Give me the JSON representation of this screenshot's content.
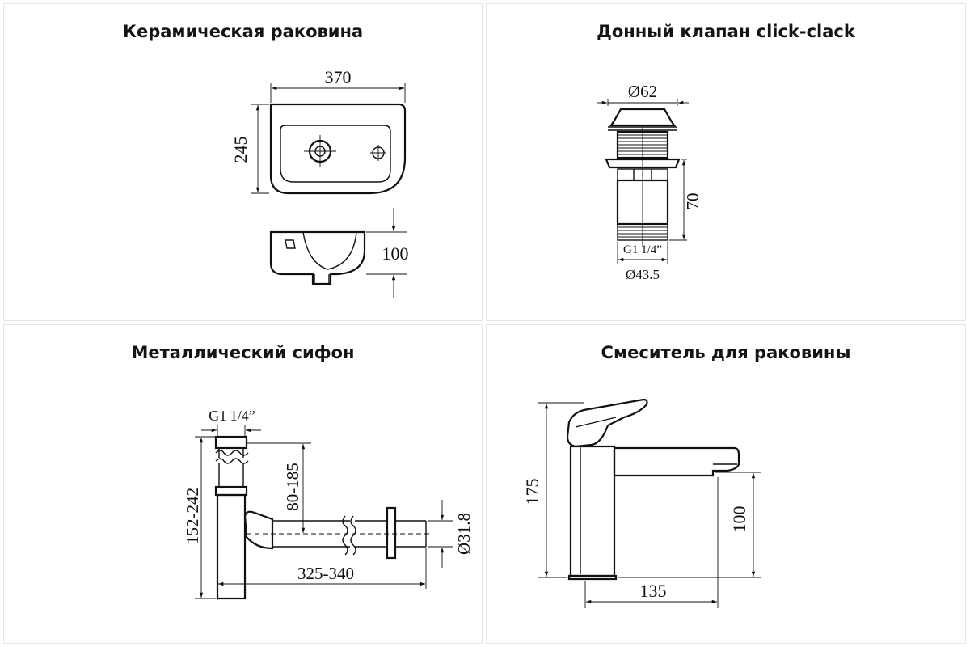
{
  "panels": {
    "sink": {
      "title": "Керамическая раковина",
      "width": "370",
      "depth": "245",
      "height": "100"
    },
    "valve": {
      "title": "Донный клапан click-clack",
      "diameter_top": "Ø62",
      "height": "70",
      "thread": "G1 1/4”",
      "diameter_bottom": "Ø43.5"
    },
    "siphon": {
      "title": "Металлический сифон",
      "thread": "G1 1/4”",
      "height_range": "152-242",
      "adjust_range": "80-185",
      "length_range": "325-340",
      "outlet_diameter": "Ø31.8"
    },
    "faucet": {
      "title": "Смеситель для раковины",
      "height": "175",
      "spout_height": "100",
      "reach": "135"
    }
  }
}
